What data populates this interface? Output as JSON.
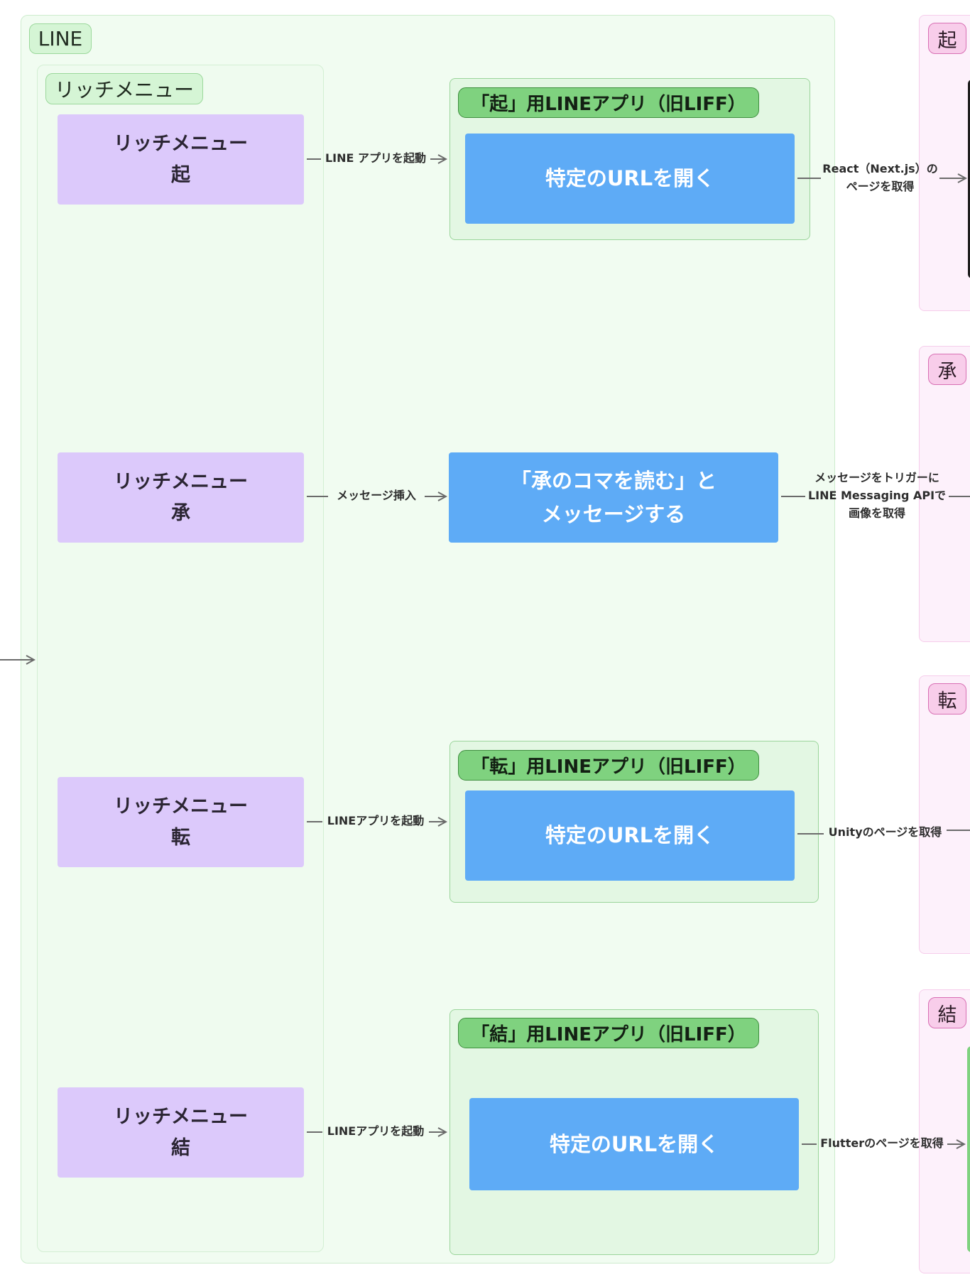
{
  "line_group": {
    "label": "LINE"
  },
  "rich_menu_group": {
    "label": "リッチメニュー"
  },
  "rich_menus": [
    {
      "line1": "リッチメニュー",
      "line2": "起"
    },
    {
      "line1": "リッチメニュー",
      "line2": "承"
    },
    {
      "line1": "リッチメニュー",
      "line2": "転"
    },
    {
      "line1": "リッチメニュー",
      "line2": "結"
    }
  ],
  "edge_labels_left": [
    "LINE アプリを起動",
    "メッセージ挿入",
    "LINEアプリを起動",
    "LINEアプリを起動"
  ],
  "liff_groups": [
    {
      "label": "「起」用LINEアプリ（旧LIFF）",
      "action": "特定のURLを開く"
    },
    {
      "label": "「転」用LINEアプリ（旧LIFF）",
      "action": "特定のURLを開く"
    },
    {
      "label": "「結」用LINEアプリ（旧LIFF）",
      "action": "特定のURLを開く"
    }
  ],
  "sho_action": {
    "line1": "「承のコマを読む」と",
    "line2": "メッセージする"
  },
  "edge_labels_right": [
    {
      "line1": "React（Next.js）の",
      "line2": "ページを取得"
    },
    {
      "line1": "メッセージをトリガーに",
      "line2": "LINE Messaging APIで",
      "line3": "画像を取得"
    },
    {
      "line1": "Unityのページを取得"
    },
    {
      "line1": "Flutterのページを取得"
    }
  ],
  "pink_groups": [
    "起",
    "承",
    "転",
    "結"
  ],
  "colors": {
    "line_group_bg": "#f1fcf1",
    "green_tag": "#d5f5d5",
    "liff_tag": "#7fd27f",
    "purple_node": "#dcc9fb",
    "blue_node": "#5eabf6",
    "pink_group_bg": "#fdf1fb",
    "pink_tag": "#f8cdea",
    "edge": "#6b6b6b"
  }
}
